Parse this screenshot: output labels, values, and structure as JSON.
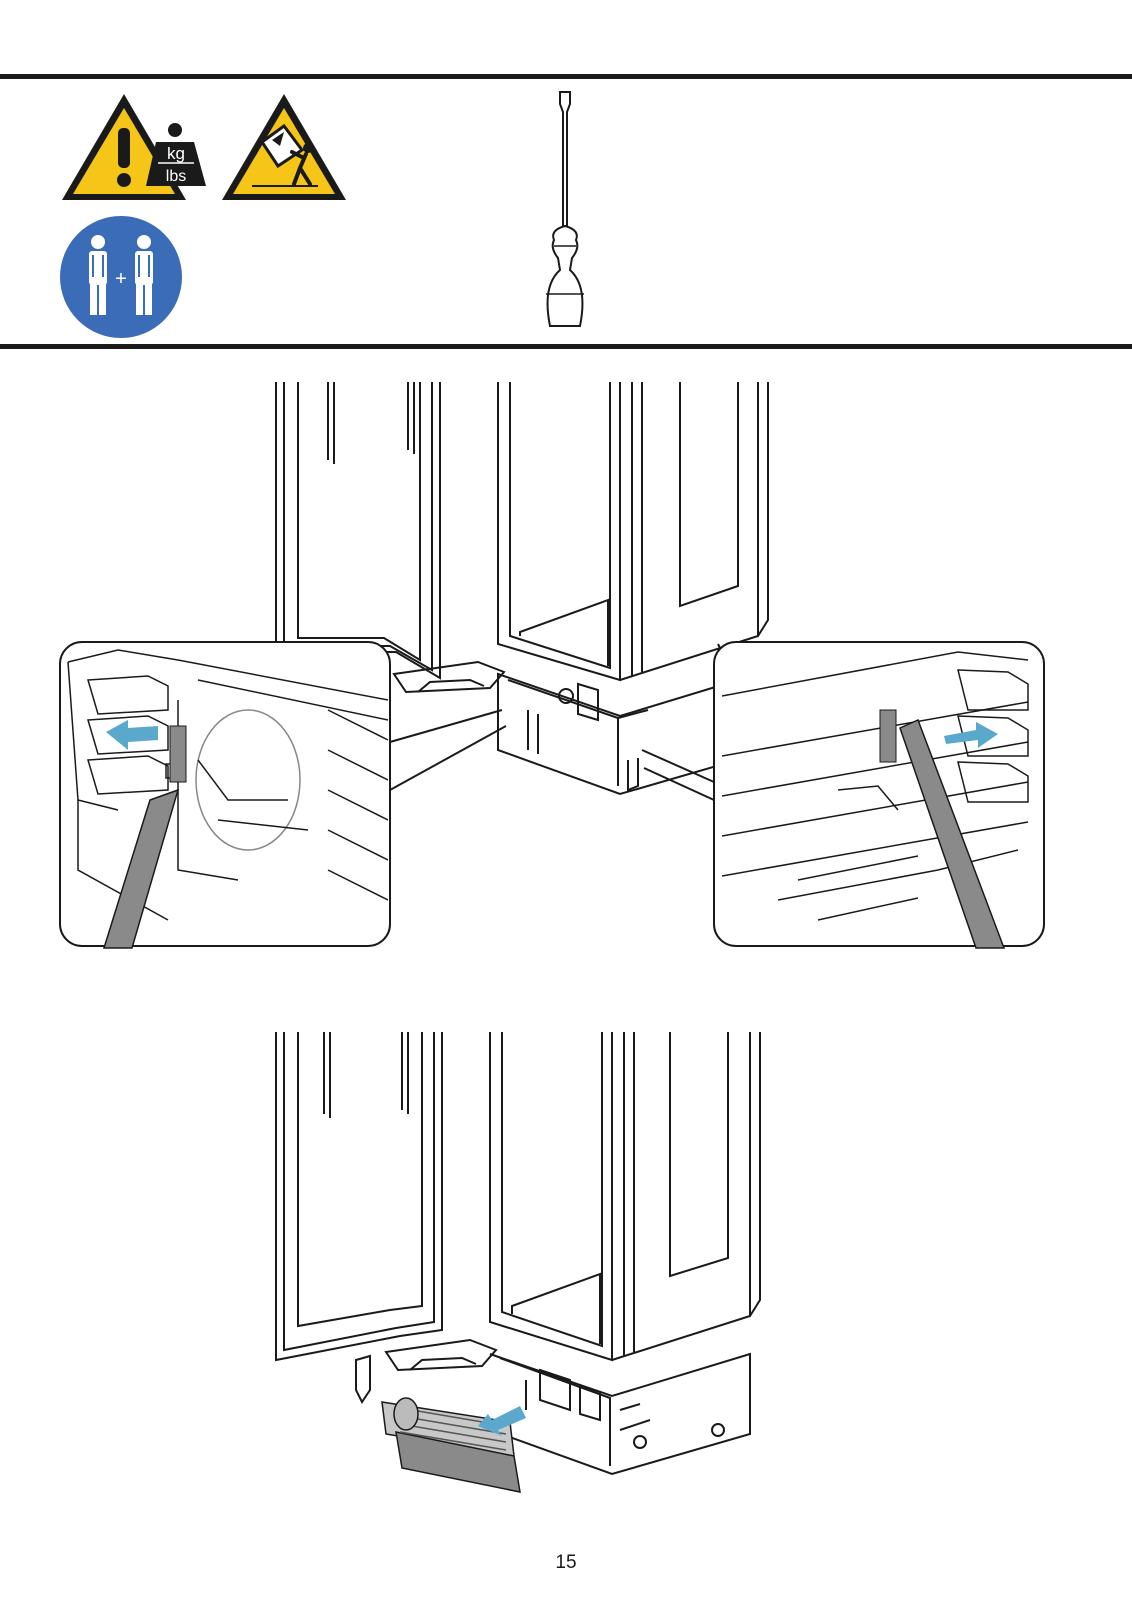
{
  "header": {
    "weight_unit_top": "kg",
    "weight_unit_bottom": "lbs",
    "warning_color": "#f5c518",
    "two_person_color": "#3b6cb7",
    "two_person_plus": "+",
    "icons": [
      "weight-warning-icon",
      "tipping-hazard-icon",
      "two-person-lift-icon",
      "flathead-screwdriver-icon"
    ]
  },
  "illustrations": {
    "arrow_color": "#5aa8cc",
    "panel_color": "#8a8a8a"
  },
  "footer": {
    "page_number": "15"
  }
}
